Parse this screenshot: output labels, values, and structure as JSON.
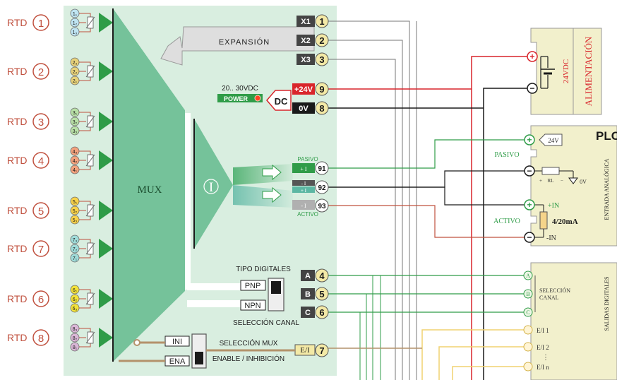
{
  "rtd_groups": [
    {
      "label": "RTD",
      "num": "1",
      "pins": [
        "1₁",
        "1₂",
        "1₃"
      ],
      "color": "#bfe4f2"
    },
    {
      "label": "RTD",
      "num": "2",
      "pins": [
        "2₃",
        "2₂",
        "2₁"
      ],
      "color": "#e8d27a"
    },
    {
      "label": "RTD",
      "num": "3",
      "pins": [
        "3₁",
        "3₂",
        "3₃"
      ],
      "color": "#b8e0a6"
    },
    {
      "label": "RTD",
      "num": "4",
      "pins": [
        "4₃",
        "4₂",
        "4₁"
      ],
      "color": "#f3a27d"
    },
    {
      "label": "RTD",
      "num": "5",
      "pins": [
        "5₁",
        "5₂",
        "5₃"
      ],
      "color": "#f8d24a"
    },
    {
      "label": "RTD",
      "num": "7",
      "pins": [
        "7₃",
        "7₂",
        "7₁"
      ],
      "color": "#9fdcd9"
    },
    {
      "label": "RTD",
      "num": "6",
      "pins": [
        "6₁",
        "6₂",
        "6₃"
      ],
      "color": "#f3e23a"
    },
    {
      "label": "RTD",
      "num": "8",
      "pins": [
        "8₃",
        "8₂",
        "8₁"
      ],
      "color": "#d9b6d6"
    }
  ],
  "mux_label": "MUX",
  "i_label": "I",
  "expansion": {
    "label": "EXPANSIÓN",
    "terminals": [
      {
        "tag": "X1",
        "num": "1"
      },
      {
        "tag": "X2",
        "num": "2"
      },
      {
        "tag": "X3",
        "num": "3"
      }
    ]
  },
  "power": {
    "voltage_range": "20.. 30VDC",
    "badge": "POWER",
    "dc": "DC",
    "plus": {
      "tag": "+24V",
      "num": "9"
    },
    "zero": {
      "tag": "0V",
      "num": "8"
    }
  },
  "output": {
    "pasivo_label": "PASIVO",
    "activo_label": "ACTIVO",
    "t91": "91",
    "t92": "92",
    "t93": "93",
    "plus_i": "+ I",
    "minus_i": "- I"
  },
  "digital": {
    "tipo_label": "TIPO DIGITALES",
    "pnp": "PNP",
    "npn": "NPN",
    "sel_canal_label": "SELECCIÓN CANAL",
    "terminals": [
      {
        "tag": "A",
        "num": "4"
      },
      {
        "tag": "B",
        "num": "5"
      },
      {
        "tag": "C",
        "num": "6"
      }
    ]
  },
  "mux_select": {
    "ini": "INI",
    "ena": "ENA",
    "label1": "SELECCIÓN MUX",
    "label2": "ENABLE / INHIBICIÓN",
    "ei_tag": "E/I",
    "ei_num": "7"
  },
  "alimentacion": {
    "title": "ALIMENTACIÓN",
    "voltage": "24VDC"
  },
  "plc": {
    "title": "PLC",
    "entrada": "ENTRADA ANALÓGICA",
    "pasivo": "PASIVO",
    "activo": "ACTIVO",
    "v24": "24V",
    "rl": "RL",
    "v0": "0V",
    "plus_in": "+IN",
    "minus_in": "-IN",
    "ma": "4/20mA",
    "salidas": "SALIDAS DIGITALES",
    "sel_canal": "SELECCIÓN CANAL",
    "a": "A",
    "b": "B",
    "c": "C",
    "ei1": "E/I 1",
    "ei2": "E/I 2",
    "dots": "⋮",
    "ein": "E/I n"
  },
  "colors": {
    "panel": "#d9eee0",
    "mux_green": "#75c29a",
    "connector": "#2f9c48",
    "red": "#d9252b",
    "black": "#1a1a1a",
    "orange": "#c0503e",
    "tan": "#b4926b",
    "yellow": "#f0d270",
    "grey": "#777777",
    "plc_bg": "#f2f0cc"
  }
}
